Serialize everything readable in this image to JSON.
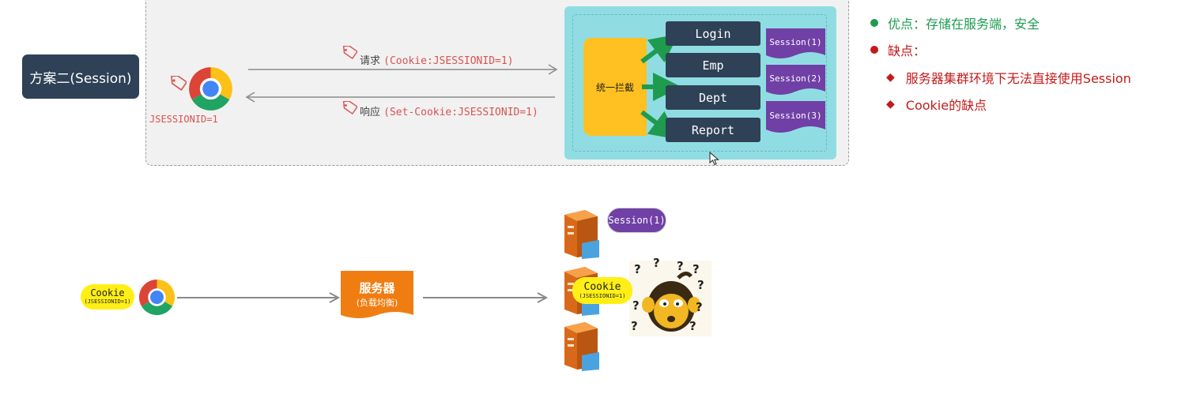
{
  "scheme": {
    "label": "方案二(Session)"
  },
  "browser": {
    "cookie_text": "JSESSIONID=1"
  },
  "request": {
    "prefix": "请求",
    "code": "(Cookie:JSESSIONID=1)"
  },
  "response": {
    "prefix": "响应",
    "code": "(Set-Cookie:JSESSIONID=1)"
  },
  "server": {
    "interceptor": "统一拦截",
    "modules": [
      "Login",
      "Emp",
      "Dept",
      "Report"
    ],
    "sessions": [
      "Session(1)",
      "Session(2)",
      "Session(3)"
    ]
  },
  "notes": {
    "pros": "优点：存储在服务端，安全",
    "cons_title": "缺点：",
    "cons_items": [
      "服务器集群环境下无法直接使用Session",
      "Cookie的缺点"
    ]
  },
  "cluster": {
    "client_cookie_title": "Cookie",
    "client_cookie_value": "(JSESSIONID=1)",
    "lb_title": "服务器",
    "lb_subtitle": "(负载均衡)",
    "server_session": "Session(1)",
    "server_cookie_title": "Cookie",
    "server_cookie_value": "(JSESSIONID=1)"
  },
  "colors": {
    "dark_blue": "#2e4156",
    "teal": "#8fdde3",
    "yellow": "#ffc021",
    "purple": "#7040a6",
    "green": "#1f9b50",
    "red": "#c41a1a",
    "orange": "#f07d12"
  },
  "icons": {
    "browser": "chrome-browser-icon",
    "tag": "tag-icon",
    "server": "server-icon",
    "monkey": "confused-monkey-icon"
  }
}
